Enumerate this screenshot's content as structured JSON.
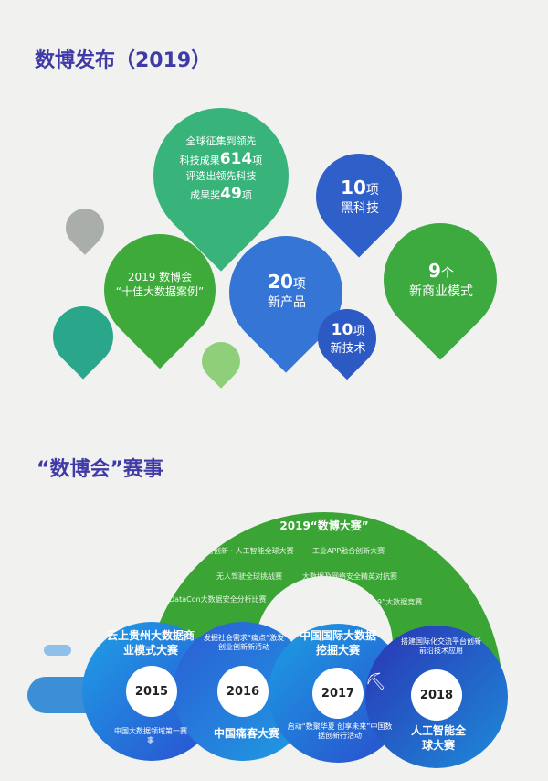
{
  "title1": "数博发布（2019）",
  "pins": {
    "p1_l1": "全球征集到领先",
    "p1_l2a": "科技成果",
    "p1_n1": "614",
    "p1_l2b": "项",
    "p1_l3": "评选出领先科技",
    "p1_l4a": "成果奖",
    "p1_n2": "49",
    "p1_l4b": "项",
    "p2_n": "10",
    "p2_u": "项",
    "p2_t": "黑科技",
    "p3_l1": "2019 数博会",
    "p3_l2": "“十佳大数据案例”",
    "p4_n": "20",
    "p4_u": "项",
    "p4_t": "新产品",
    "p5_n": "9",
    "p5_u": "个",
    "p5_t": "新商业模式",
    "p6_n": "10",
    "p6_u": "项",
    "p6_t": "新技术"
  },
  "title2": "“数博会”赛事",
  "rainbow": {
    "title": "2019“数博大赛”",
    "events": [
      "融合创新 · 人工智能全球大赛",
      "工业APP融合创新大赛",
      "无人驾驶全球挑战赛",
      "大数据及网络安全精英对抗赛",
      "DataCon大数据安全分析比赛",
      "“智税 · 2019”大数据竞赛"
    ]
  },
  "years": [
    {
      "year": "2015",
      "top": "云上贵州大数据商业模式大赛",
      "bottom": "中国大数据领域第一赛事"
    },
    {
      "year": "2016",
      "top": "发掘社会需求“痛点”激发创业创新新活动",
      "bottom": "中国痛客大赛"
    },
    {
      "year": "2017",
      "top": "中国国际大数据挖掘大赛",
      "bottom": "启动“数聚华夏 创享未来”中国数据创新行活动"
    },
    {
      "year": "2018",
      "top": "搭建国际化交流平台创新前沿技术应用",
      "bottom": "人工智能全球大赛"
    }
  ]
}
